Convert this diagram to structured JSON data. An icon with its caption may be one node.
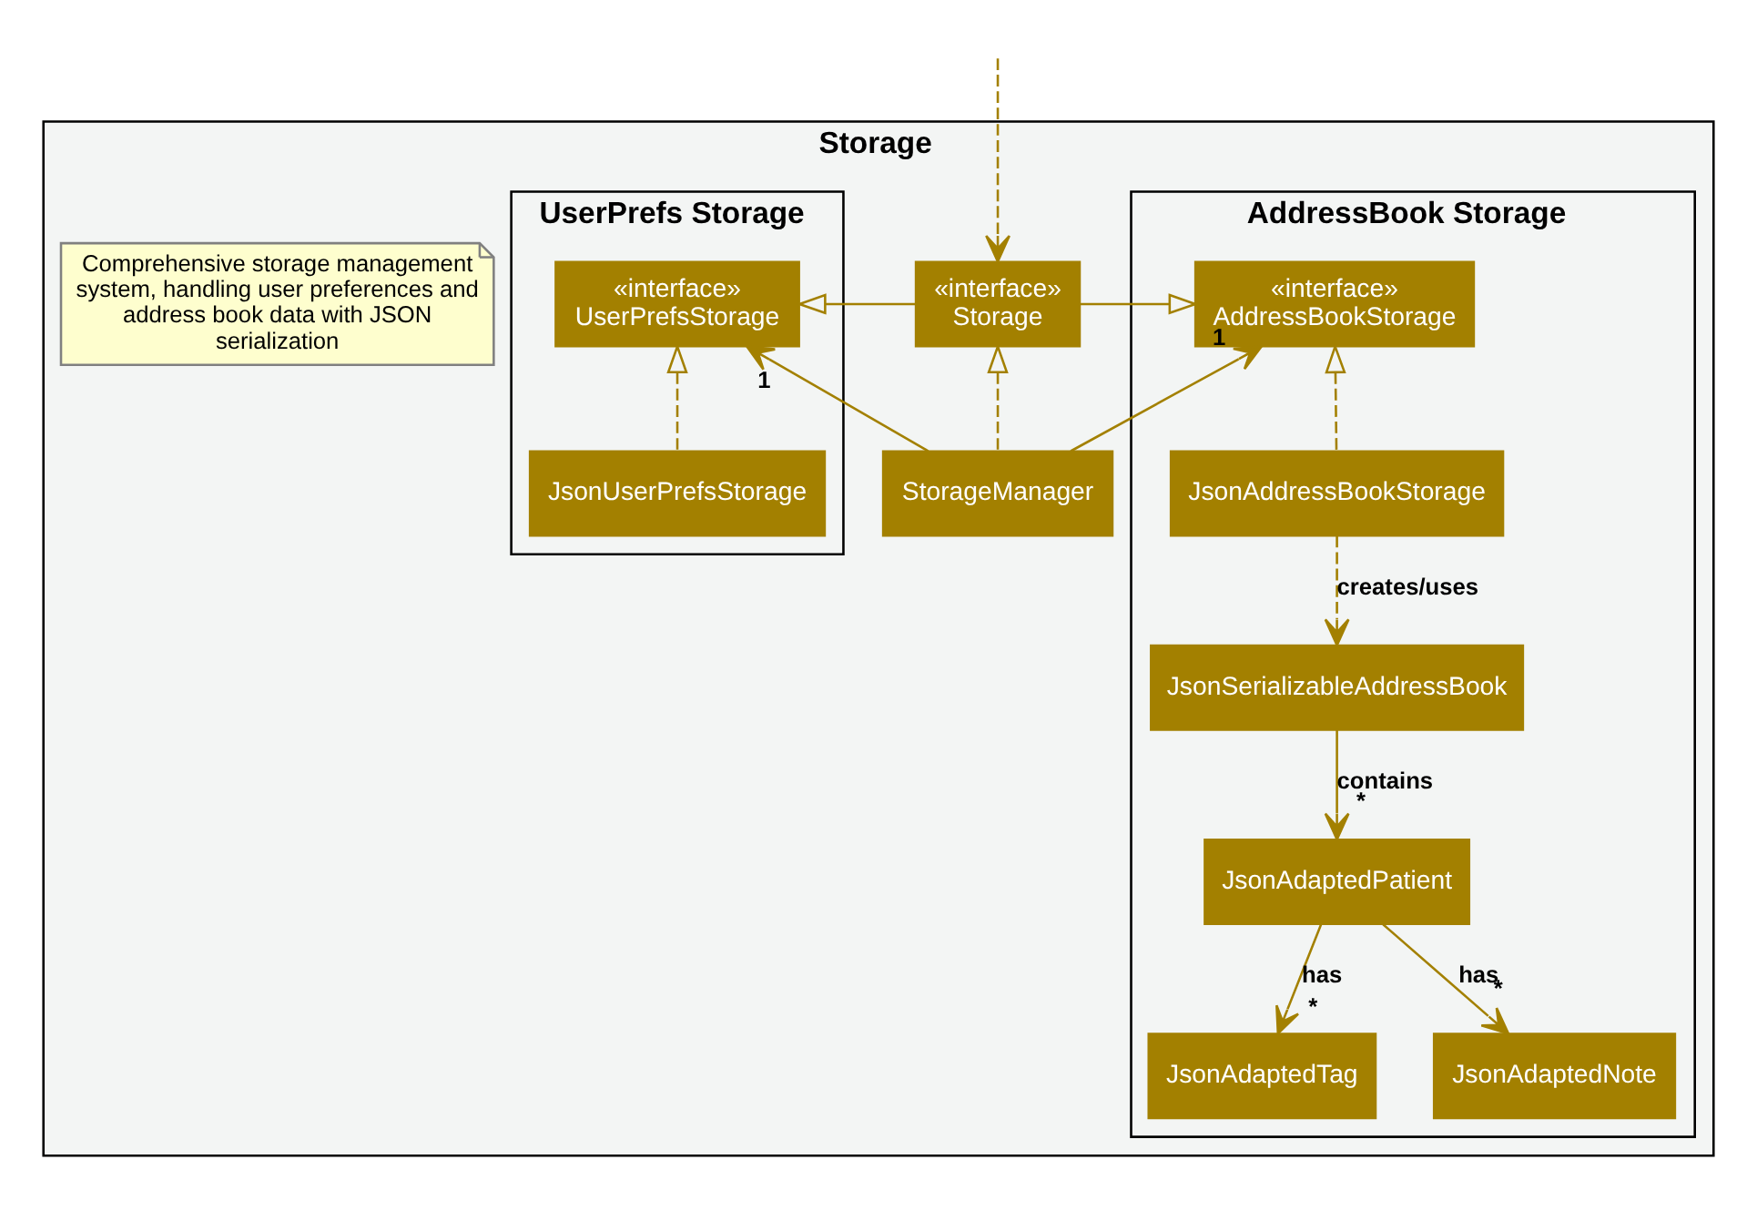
{
  "diagram": {
    "nodes": [
      {
        "text": [
          "Storage"
        ]
      },
      {
        "text": [
          "AddressBook Storage"
        ],
        "in": 0
      },
      {
        "text": [
          "«interface»",
          "AddressBookStorage"
        ],
        "in": 1
      },
      {
        "text": [
          "JsonAddressBookStorage"
        ],
        "in": 1
      },
      {
        "text": [
          "JsonSerializableAddressBook"
        ],
        "in": 1
      },
      {
        "text": [
          "JsonAdaptedPatient"
        ],
        "in": 1
      },
      {
        "text": [
          "JsonAdaptedTag"
        ],
        "in": 1
      },
      {
        "text": [
          "JsonAdaptedNote"
        ],
        "in": 1
      },
      {
        "text": [
          "«interface»",
          "Storage"
        ],
        "in": 0
      },
      {
        "text": [
          "StorageManager"
        ],
        "in": 0
      },
      {
        "text": [
          "UserPrefs Storage"
        ],
        "in": 0
      },
      {
        "text": [
          "«interface»",
          "UserPrefsStorage"
        ],
        "in": 10
      },
      {
        "text": [
          "JsonUserPrefsStorage"
        ],
        "in": 10
      },
      {
        "text": [
          "Comprehensive storage management system, handling user preferences and address book data with JSON serialization"
        ],
        "in": 0
      }
    ],
    "edges": [
      {
        "from": null,
        "to": 8,
        "arrow": "to",
        "style": "dashed"
      },
      {
        "from": 8,
        "to": 2,
        "arrow": "to"
      },
      {
        "from": 8,
        "to": 11,
        "arrow": "to"
      },
      {
        "from": 9,
        "to": 8,
        "arrow": "to",
        "style": "dashed"
      },
      {
        "from": 9,
        "to": 2,
        "arrow": "to"
      },
      {
        "from": 9,
        "to": 11,
        "arrow": "to"
      },
      {
        "from": 3,
        "to": 2,
        "arrow": "to",
        "style": "dashed"
      },
      {
        "from": 12,
        "to": 11,
        "arrow": "to",
        "style": "dashed"
      },
      {
        "from": 3,
        "to": 4,
        "arrow": "to",
        "style": "dashed",
        "label": "creates/uses"
      },
      {
        "from": 4,
        "to": 5,
        "arrow": "to",
        "label": "contains"
      },
      {
        "from": 5,
        "to": 6,
        "arrow": "to",
        "label": "has"
      },
      {
        "from": 5,
        "to": 7,
        "arrow": "to",
        "label": "has"
      }
    ],
    "labels": [
      "1",
      "1",
      "*",
      "*",
      "*"
    ]
  }
}
